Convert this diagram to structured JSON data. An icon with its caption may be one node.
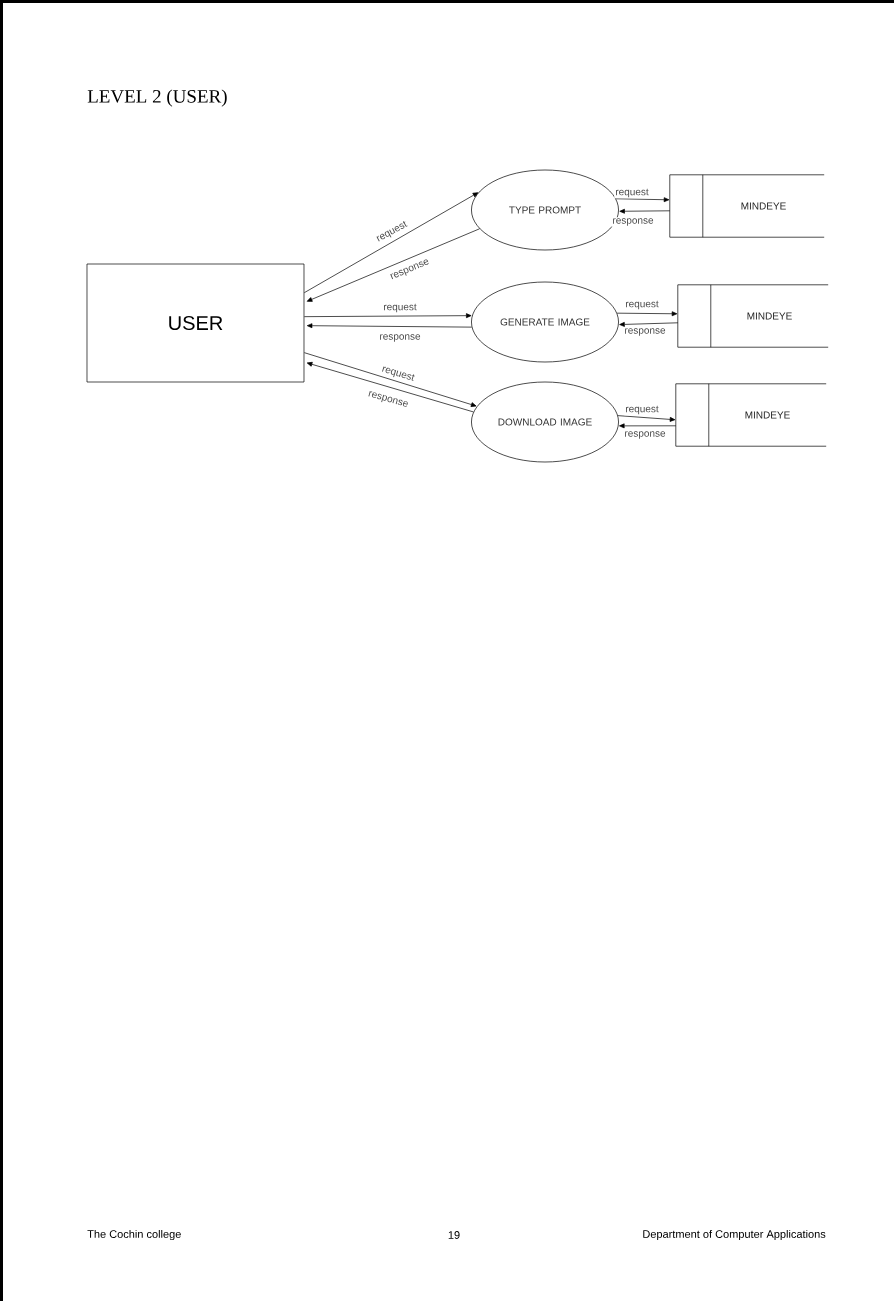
{
  "diagram": {
    "title": "LEVEL 2 (USER)",
    "nodes": [
      {
        "text": [
          "USER"
        ]
      },
      {
        "text": [
          "TYPE PROMPT"
        ]
      },
      {
        "text": [
          "MINDEYE"
        ]
      },
      {
        "text": [
          "GENERATE IMAGE"
        ]
      },
      {
        "text": [
          "MINDEYE"
        ]
      },
      {
        "text": [
          "DOWNLOAD IMAGE"
        ]
      },
      {
        "text": [
          "MINDEYE"
        ]
      }
    ],
    "edges": [
      {
        "from": 0,
        "to": 1,
        "arrow": "to",
        "label": "request"
      },
      {
        "from": 1,
        "to": 0,
        "arrow": "to",
        "label": "response"
      },
      {
        "from": 1,
        "to": 2,
        "arrow": "to",
        "label": "request"
      },
      {
        "from": 2,
        "to": 1,
        "arrow": "to",
        "label": "response"
      },
      {
        "from": 0,
        "to": 3,
        "arrow": "to",
        "label": "request"
      },
      {
        "from": 3,
        "to": 0,
        "arrow": "to",
        "label": "response"
      },
      {
        "from": 3,
        "to": 4,
        "arrow": "to",
        "label": "request"
      },
      {
        "from": 4,
        "to": 3,
        "arrow": "to",
        "label": "response"
      },
      {
        "from": 0,
        "to": 5,
        "arrow": "to",
        "label": "request"
      },
      {
        "from": 5,
        "to": 0,
        "arrow": "to",
        "label": "response"
      },
      {
        "from": 5,
        "to": 6,
        "arrow": "to",
        "label": "request"
      },
      {
        "from": 6,
        "to": 5,
        "arrow": "to",
        "label": "response"
      }
    ],
    "labels": [
      "The Cochin college",
      "19",
      "Department of Computer Applications"
    ]
  }
}
